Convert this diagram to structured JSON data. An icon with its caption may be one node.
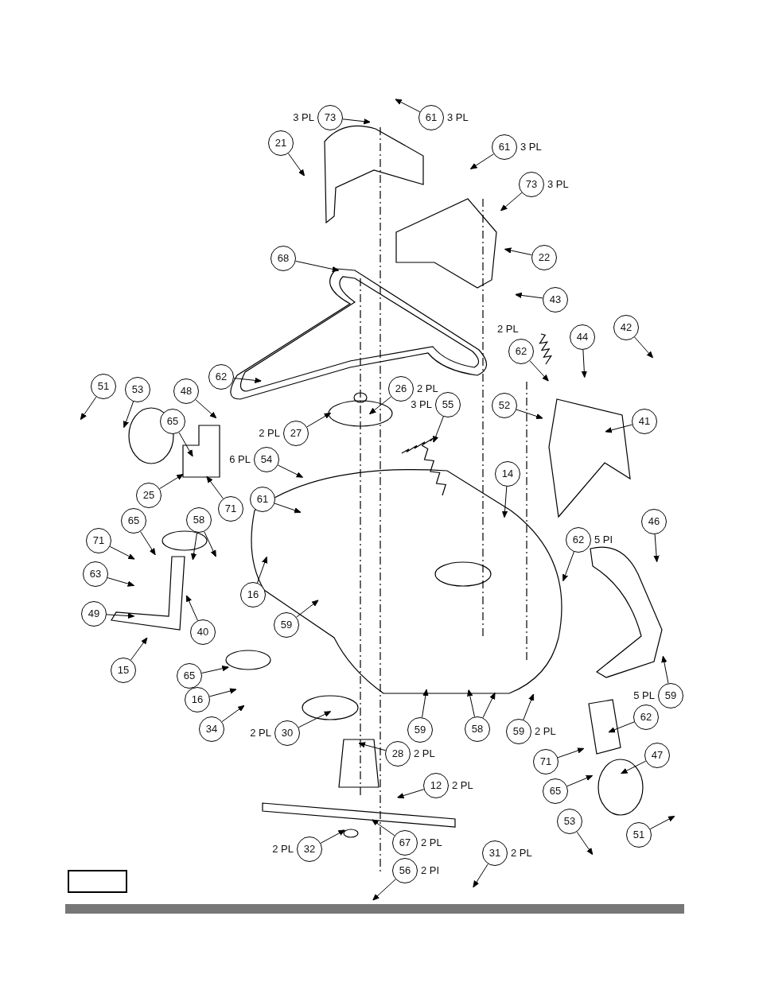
{
  "diagram": {
    "nodes": [
      {
        "text": [
          "73"
        ],
        "beside": [
          "3 PL"
        ]
      },
      {
        "text": [
          "61"
        ],
        "beside": [
          "3 PL"
        ]
      },
      {
        "text": [
          "21"
        ]
      },
      {
        "text": [
          "61"
        ],
        "beside": [
          "3 PL"
        ]
      },
      {
        "text": [
          "73"
        ],
        "beside": [
          "3 PL"
        ]
      },
      {
        "text": [
          "68"
        ]
      },
      {
        "text": [
          "22"
        ]
      },
      {
        "text": [
          "43"
        ]
      },
      {
        "text": [
          "62"
        ],
        "beside": [
          "2 PL"
        ]
      },
      {
        "text": [
          "44"
        ]
      },
      {
        "text": [
          "42"
        ]
      },
      {
        "text": [
          "51"
        ]
      },
      {
        "text": [
          "53"
        ]
      },
      {
        "text": [
          "48"
        ]
      },
      {
        "text": [
          "62"
        ]
      },
      {
        "text": [
          "26"
        ],
        "beside": [
          "2 PL"
        ]
      },
      {
        "text": [
          "27"
        ],
        "beside": [
          "2 PL"
        ]
      },
      {
        "text": [
          "55"
        ],
        "beside": [
          "3 PL"
        ]
      },
      {
        "text": [
          "52"
        ]
      },
      {
        "text": [
          "41"
        ]
      },
      {
        "text": [
          "65"
        ]
      },
      {
        "text": [
          "54"
        ],
        "beside": [
          "6 PL"
        ]
      },
      {
        "text": [
          "61"
        ]
      },
      {
        "text": [
          "71"
        ]
      },
      {
        "text": [
          "25"
        ]
      },
      {
        "text": [
          "65"
        ]
      },
      {
        "text": [
          "71"
        ]
      },
      {
        "text": [
          "58"
        ]
      },
      {
        "text": [
          "63"
        ]
      },
      {
        "text": [
          "16"
        ]
      },
      {
        "text": [
          "49"
        ]
      },
      {
        "text": [
          "14"
        ]
      },
      {
        "text": [
          "46"
        ]
      },
      {
        "text": [
          "62"
        ],
        "beside": [
          "5 PI"
        ]
      },
      {
        "text": [
          "59"
        ]
      },
      {
        "text": [
          "15"
        ]
      },
      {
        "text": [
          "40"
        ]
      },
      {
        "text": [
          "65"
        ]
      },
      {
        "text": [
          "16"
        ]
      },
      {
        "text": [
          "34"
        ]
      },
      {
        "text": [
          "30"
        ],
        "beside": [
          "2 PL"
        ]
      },
      {
        "text": [
          "59"
        ]
      },
      {
        "text": [
          "58"
        ]
      },
      {
        "text": [
          "59"
        ],
        "beside": [
          "2 PL"
        ]
      },
      {
        "text": [
          "59"
        ],
        "beside": [
          "5 PL"
        ]
      },
      {
        "text": [
          "62"
        ]
      },
      {
        "text": [
          "47"
        ]
      },
      {
        "text": [
          "28"
        ],
        "beside": [
          "2 PL"
        ]
      },
      {
        "text": [
          "71"
        ]
      },
      {
        "text": [
          "65"
        ]
      },
      {
        "text": [
          "12"
        ],
        "beside": [
          "2 PL"
        ]
      },
      {
        "text": [
          "53"
        ]
      },
      {
        "text": [
          "51"
        ]
      },
      {
        "text": [
          "32"
        ],
        "beside": [
          "2 PL"
        ]
      },
      {
        "text": [
          "67"
        ],
        "beside": [
          "2 PL"
        ]
      },
      {
        "text": [
          "31"
        ],
        "beside": [
          "2 PL"
        ]
      },
      {
        "text": [
          "56"
        ],
        "beside": [
          "2 PI"
        ]
      }
    ],
    "edges": [
      {
        "from": 0,
        "to": null,
        "arrow": "to"
      },
      {
        "from": 1,
        "to": null,
        "arrow": "to"
      },
      {
        "from": 2,
        "to": null,
        "arrow": "to"
      },
      {
        "from": 3,
        "to": null,
        "arrow": "to"
      },
      {
        "from": 4,
        "to": null,
        "arrow": "to"
      },
      {
        "from": 5,
        "to": null,
        "arrow": "to"
      },
      {
        "from": 6,
        "to": null,
        "arrow": "to"
      },
      {
        "from": 7,
        "to": null,
        "arrow": "to"
      },
      {
        "from": 8,
        "to": null,
        "arrow": "to"
      },
      {
        "from": 9,
        "to": null,
        "arrow": "to"
      },
      {
        "from": 10,
        "to": null,
        "arrow": "to"
      },
      {
        "from": 11,
        "to": null,
        "arrow": "to"
      },
      {
        "from": 12,
        "to": null,
        "arrow": "to"
      },
      {
        "from": 13,
        "to": null,
        "arrow": "to"
      },
      {
        "from": 14,
        "to": null,
        "arrow": "to"
      },
      {
        "from": 15,
        "to": null,
        "arrow": "to"
      },
      {
        "from": 16,
        "to": null,
        "arrow": "to"
      },
      {
        "from": 17,
        "to": null,
        "arrow": "to"
      },
      {
        "from": 18,
        "to": null,
        "arrow": "to"
      },
      {
        "from": 19,
        "to": null,
        "arrow": "to"
      },
      {
        "from": 20,
        "to": null,
        "arrow": "to"
      },
      {
        "from": 21,
        "to": null,
        "arrow": "to"
      },
      {
        "from": 22,
        "to": null,
        "arrow": "to"
      },
      {
        "from": 23,
        "to": null,
        "arrow": "to"
      },
      {
        "from": 24,
        "to": null,
        "arrow": "to"
      },
      {
        "from": 25,
        "to": null,
        "arrow": "to"
      },
      {
        "from": 26,
        "to": null,
        "arrow": "to"
      },
      {
        "from": 27,
        "to": null,
        "arrow": "to"
      },
      {
        "from": 27,
        "to": null,
        "arrow": "to"
      },
      {
        "from": 28,
        "to": null,
        "arrow": "to"
      },
      {
        "from": 29,
        "to": null,
        "arrow": "to"
      },
      {
        "from": 30,
        "to": null,
        "arrow": "to"
      },
      {
        "from": 31,
        "to": null,
        "arrow": "to"
      },
      {
        "from": 32,
        "to": null,
        "arrow": "to"
      },
      {
        "from": 33,
        "to": null,
        "arrow": "to"
      },
      {
        "from": 34,
        "to": null,
        "arrow": "to"
      },
      {
        "from": 35,
        "to": null,
        "arrow": "to"
      },
      {
        "from": 36,
        "to": null,
        "arrow": "to"
      },
      {
        "from": 37,
        "to": null,
        "arrow": "to"
      },
      {
        "from": 38,
        "to": null,
        "arrow": "to"
      },
      {
        "from": 39,
        "to": null,
        "arrow": "to"
      },
      {
        "from": 40,
        "to": null,
        "arrow": "to"
      },
      {
        "from": 41,
        "to": null,
        "arrow": "to"
      },
      {
        "from": 42,
        "to": null,
        "arrow": "to"
      },
      {
        "from": 42,
        "to": null,
        "arrow": "to"
      },
      {
        "from": 43,
        "to": null,
        "arrow": "to"
      },
      {
        "from": 44,
        "to": null,
        "arrow": "to"
      },
      {
        "from": 45,
        "to": null,
        "arrow": "to"
      },
      {
        "from": 46,
        "to": null,
        "arrow": "to"
      },
      {
        "from": 47,
        "to": null,
        "arrow": "to"
      },
      {
        "from": 48,
        "to": null,
        "arrow": "to"
      },
      {
        "from": 49,
        "to": null,
        "arrow": "to"
      },
      {
        "from": 50,
        "to": null,
        "arrow": "to"
      },
      {
        "from": 51,
        "to": null,
        "arrow": "to"
      },
      {
        "from": 52,
        "to": null,
        "arrow": "to"
      },
      {
        "from": 53,
        "to": null,
        "arrow": "to"
      },
      {
        "from": 54,
        "to": null,
        "arrow": "to"
      },
      {
        "from": 55,
        "to": null,
        "arrow": "to"
      },
      {
        "from": 56,
        "to": null,
        "arrow": "to"
      }
    ]
  }
}
